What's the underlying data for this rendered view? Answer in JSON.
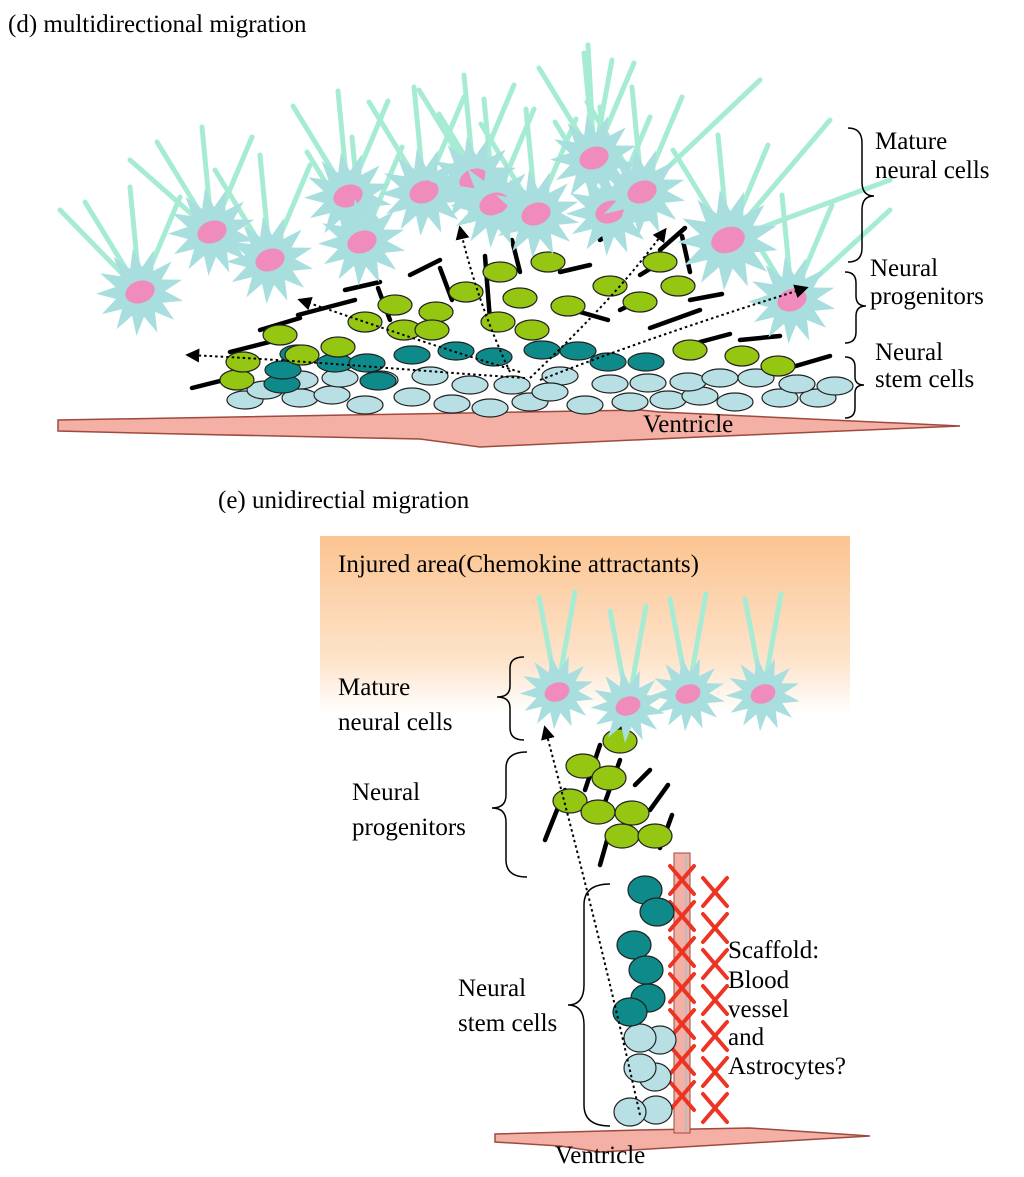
{
  "panel_d": {
    "title": "(d) multidirectional migration",
    "labels": {
      "mature_1": "Mature",
      "mature_2": "neural cells",
      "progenitors_1": "Neural",
      "progenitors_2": "progenitors",
      "stem_1": "Neural",
      "stem_2": "stem cells",
      "ventricle": "Ventricle"
    }
  },
  "panel_e": {
    "title": "(e) unidirectial migration",
    "injured_area": "Injured area(Chemokine attractants)",
    "labels": {
      "mature_1": "Mature",
      "mature_2": "neural cells",
      "progenitors_1": "Neural",
      "progenitors_2": "progenitors",
      "stem_1": "Neural",
      "stem_2": "stem cells",
      "scaffold_1": "Scaffold:",
      "scaffold_2": "Blood",
      "scaffold_3": "vessel",
      "scaffold_4": "and",
      "scaffold_5": "Astrocytes?",
      "ventricle": "Ventricle"
    }
  },
  "colors": {
    "ventricle": "#f4b0a4",
    "stem_light": "#b8e0e4",
    "stem_dark": "#0e8a8a",
    "progenitor": "#95c712",
    "mature_body": "#a8dede",
    "mature_nucleus": "#f08cbc",
    "mature_process": "#a6ecd4",
    "injured_area": "#fcc490",
    "scaffold_x": "#ee3322",
    "vessel": "#f4b0a4"
  }
}
